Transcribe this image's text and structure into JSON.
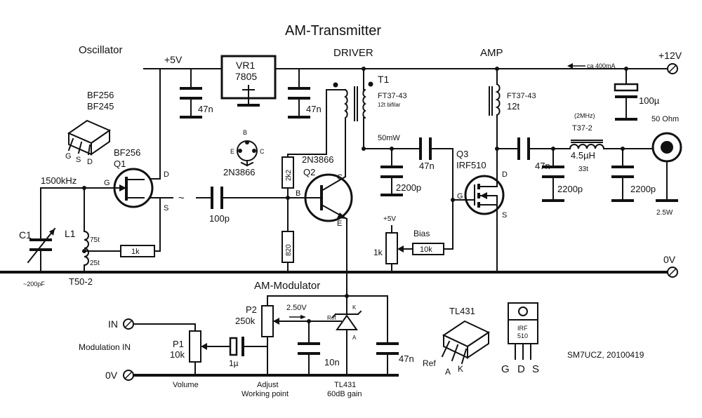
{
  "title": "AM-Transmitter",
  "sections": {
    "oscillator": "Oscillator",
    "driver": "DRIVER",
    "amp": "AMP",
    "modulator": "AM-Modulator"
  },
  "rails": {
    "plus5v": "+5V",
    "plus12v": "+12V",
    "zero_v": "0V",
    "zero_v_mod": "0V",
    "current": "ca 400mA",
    "in": "IN"
  },
  "vr1": {
    "name": "VR1",
    "part": "7805"
  },
  "q1": {
    "name": "Q1",
    "part": "BF256",
    "pkg_line1": "BF256",
    "pkg_line2": "BF245",
    "pin_g": "G",
    "pin_s": "S",
    "pin_d": "D",
    "pkg_pins": [
      "G",
      "S",
      "D"
    ]
  },
  "q2": {
    "name": "Q2",
    "part": "2N3866",
    "pkg_part": "2N3866",
    "pin_b": "B",
    "pin_c": "C",
    "pin_e": "E",
    "pkg_pins": [
      "B",
      "E",
      "C"
    ]
  },
  "q3": {
    "name": "Q3",
    "part": "IRF510",
    "pin_g": "G",
    "pin_d": "D",
    "pin_s": "S"
  },
  "osc": {
    "freq": "1500kHz",
    "c1": "C1",
    "c1_value": "~200pF",
    "l1": "L1",
    "l1_turns_a": "75t",
    "l1_turns_b": "25t",
    "core": "T50-2",
    "r_fb": "1k",
    "sine": "~",
    "c_couple": "100p"
  },
  "decoupling": {
    "c_left": "47n",
    "c_right": "47n"
  },
  "driver": {
    "t1": "T1",
    "t1_core": "FT37-43",
    "t1_winding": "12t bifilar",
    "r_base_top": "2k2",
    "r_base_bottom": "820",
    "power": "50mW",
    "c_couple": "47n",
    "c_shunt": "2200p"
  },
  "bias": {
    "supply": "+5V",
    "label": "Bias",
    "pot": "1k",
    "r_series": "10k"
  },
  "amp": {
    "choke_core": "FT37-43",
    "choke_turns": "12t",
    "c_supply": "100µ",
    "c_out": "47n",
    "filter_freq": "(2MHz)",
    "filter_core": "T37-2",
    "filter_l": "4.5µH",
    "filter_turns": "33t",
    "c_filter_in": "2200p",
    "c_filter_out": "2200p",
    "load": "50 Ohm",
    "power_out": "2.5W"
  },
  "modulator": {
    "input_label": "Modulation IN",
    "p1_name": "P1",
    "p1_value": "10k",
    "p1_function": "Volume",
    "c_in": "1µ",
    "p2_name": "P2",
    "p2_value": "250k",
    "p2_function_1": "Adjust",
    "p2_function_2": "Working point",
    "ref_voltage": "2.50V",
    "c_ref": "10n",
    "c_out": "47n",
    "ic_name": "TL431",
    "ic_gain": "60dB gain",
    "pin_ref": "Ref",
    "pin_k": "K",
    "pin_a": "A"
  },
  "packages": {
    "tl431_title": "TL431",
    "tl431_pins": [
      "Ref",
      "A",
      "K"
    ],
    "irf_line1": "IRF",
    "irf_line2": "510",
    "irf_pins": [
      "G",
      "D",
      "S"
    ]
  },
  "footer": "SM7UCZ, 20100419"
}
